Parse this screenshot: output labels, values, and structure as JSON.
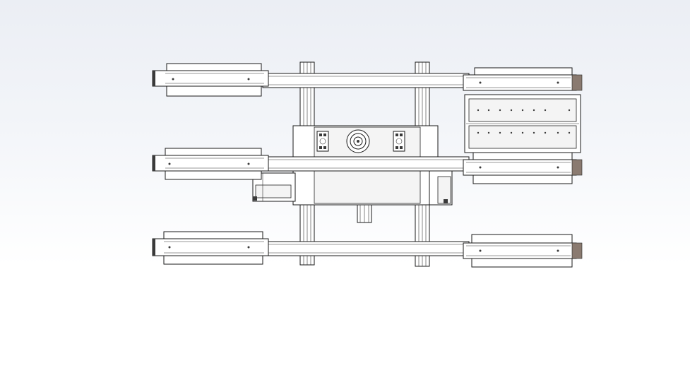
{
  "viewport": {
    "background_top": "#ebeef4",
    "background_bottom": "#ffffff",
    "line_color": "#1a1a1a",
    "end_cap_color": "#8a7a70"
  },
  "model": {
    "view": "top",
    "legs": 6,
    "crossbars": 3,
    "rails": 2
  }
}
